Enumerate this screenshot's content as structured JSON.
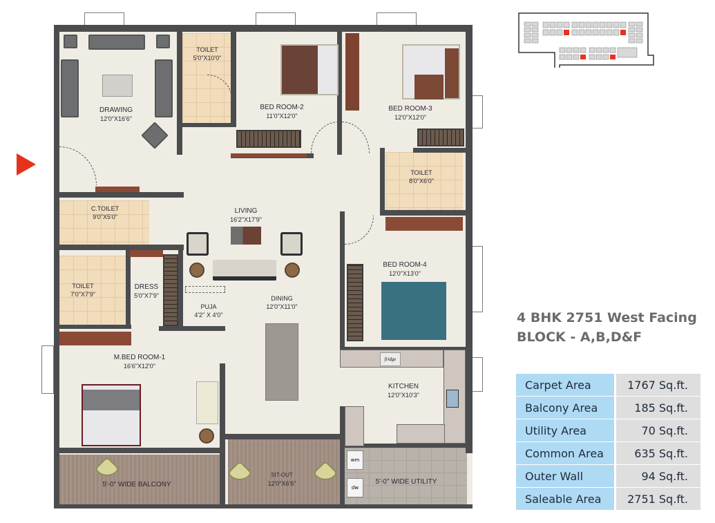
{
  "title": {
    "line1": "4 BHK 2751 West Facing",
    "line2": "BLOCK - A,B,D&F"
  },
  "area_table": {
    "rows": [
      {
        "label": "Carpet Area",
        "value": "1767 Sq.ft."
      },
      {
        "label": "Balcony Area",
        "value": "185 Sq.ft."
      },
      {
        "label": "Utility Area",
        "value": "70 Sq.ft."
      },
      {
        "label": "Common Area",
        "value": "635 Sq.ft."
      },
      {
        "label": "Outer Wall",
        "value": "94 Sq.ft."
      },
      {
        "label": "Saleable Area",
        "value": "2751 Sq.ft."
      }
    ],
    "label_bg": "#aedaf4",
    "value_bg": "#dedede"
  },
  "rooms": {
    "drawing": {
      "name": "DRAWING",
      "dim": "12'0\"X16'6\""
    },
    "toilet_1": {
      "name": "TOILET",
      "dim": "5'0\"X10'0\""
    },
    "bedroom_2": {
      "name": "BED ROOM-2",
      "dim": "11'0\"X12'0\""
    },
    "bedroom_3": {
      "name": "BED ROOM-3",
      "dim": "12'0\"X12'0\""
    },
    "toilet_2": {
      "name": "TOILET",
      "dim": "8'0\"X6'0\""
    },
    "c_toilet": {
      "name": "C.TOILET",
      "dim": "9'0\"X5'0\""
    },
    "living": {
      "name": "LIVING",
      "dim": "16'2\"X17'9\""
    },
    "toilet_3": {
      "name": "TOILET",
      "dim": "7'0\"X7'9\""
    },
    "dress": {
      "name": "DRESS",
      "dim": "5'0\"X7'9\""
    },
    "puja": {
      "name": "PUJA",
      "dim": "4'2'' X 4'0''"
    },
    "dining": {
      "name": "DINING",
      "dim": "12'0\"X11'0\""
    },
    "bedroom_4": {
      "name": "BED ROOM-4",
      "dim": "12'0\"X13'0\""
    },
    "m_bedroom_1": {
      "name": "M.BED ROOM-1",
      "dim": "16'6\"X12'0\""
    },
    "kitchen": {
      "name": "KITCHEN",
      "dim": "12'0\"X10'3\""
    },
    "balcony": {
      "name": "5'-0\" WIDE BALCONY"
    },
    "sit_out": {
      "name": "SIT-OUT",
      "dim": "12'0\"X6'6\""
    },
    "utility": {
      "name": "5'-0\" WIDE UTILITY"
    }
  },
  "fixtures": {
    "fridge": "fridge",
    "washing_machine": "wm",
    "dishwasher": "dw"
  },
  "entry_marker": {
    "icon": "entry-arrow-icon",
    "color": "#e5321c"
  },
  "key_plan": {
    "highlight_color": "#e5321c"
  }
}
